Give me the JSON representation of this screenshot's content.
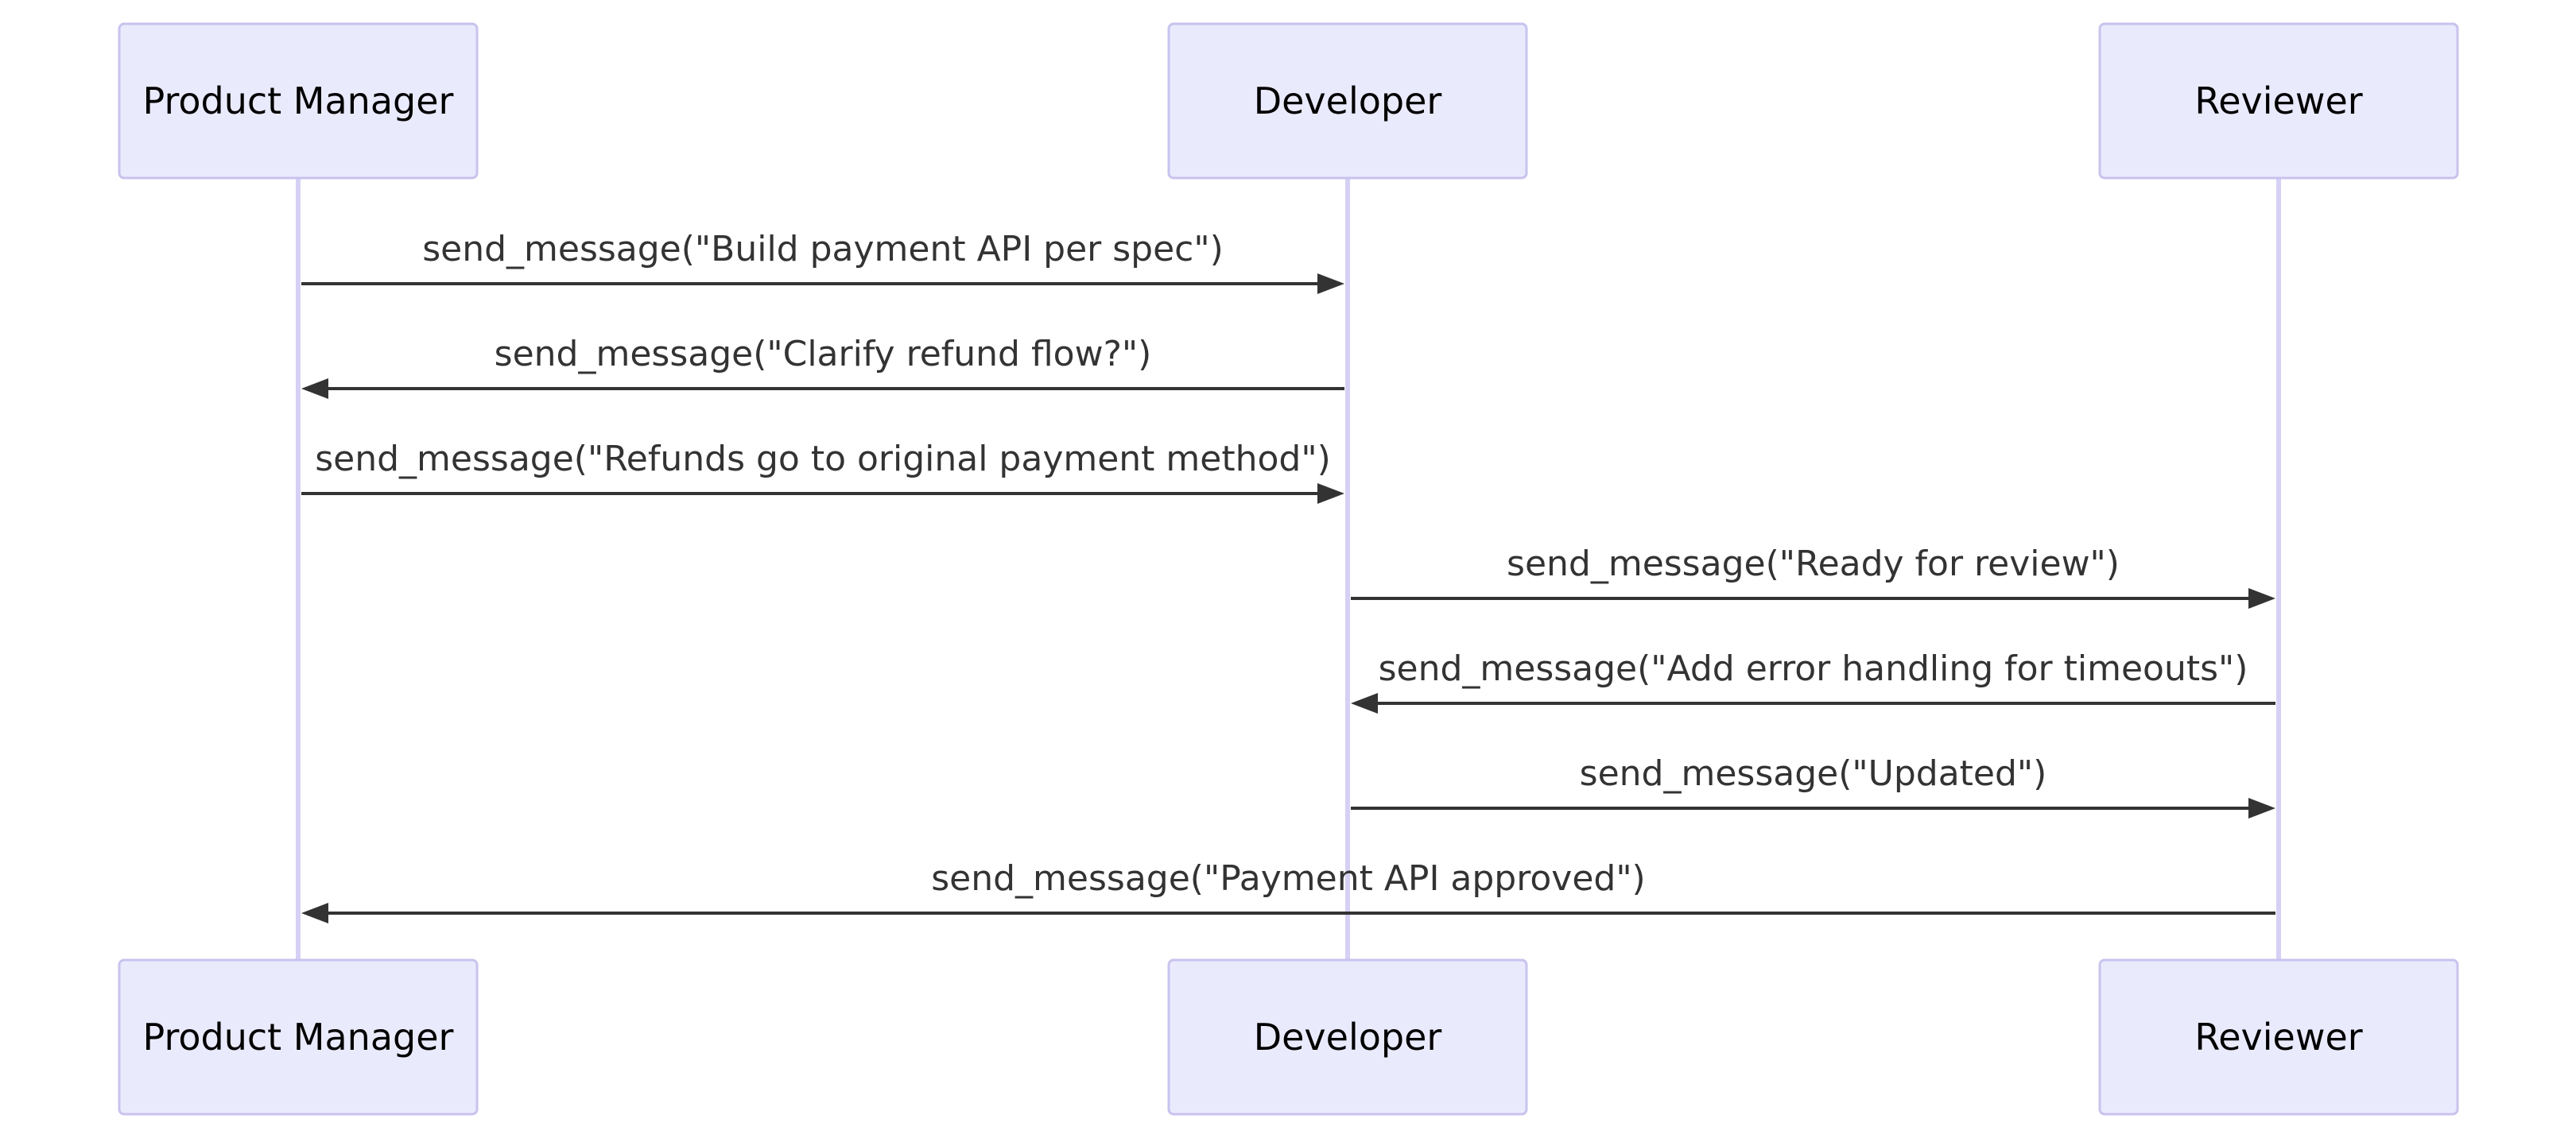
{
  "actors": [
    {
      "id": "pm",
      "label": "Product Manager"
    },
    {
      "id": "dev",
      "label": "Developer"
    },
    {
      "id": "rev",
      "label": "Reviewer"
    }
  ],
  "messages": [
    {
      "from": "pm",
      "to": "dev",
      "label": "send_message(\"Build payment API per spec\")"
    },
    {
      "from": "dev",
      "to": "pm",
      "label": "send_message(\"Clarify refund flow?\")"
    },
    {
      "from": "pm",
      "to": "dev",
      "label": "send_message(\"Refunds go to original payment method\")"
    },
    {
      "from": "dev",
      "to": "rev",
      "label": "send_message(\"Ready for review\")"
    },
    {
      "from": "rev",
      "to": "dev",
      "label": "send_message(\"Add error handling for timeouts\")"
    },
    {
      "from": "dev",
      "to": "rev",
      "label": "send_message(\"Updated\")"
    },
    {
      "from": "rev",
      "to": "pm",
      "label": "send_message(\"Payment API approved\")"
    }
  ],
  "colors": {
    "actor_fill": "#eaeafd",
    "actor_stroke": "#c8c3ee",
    "lifeline": "#d6d0f5",
    "message": "#333333"
  }
}
